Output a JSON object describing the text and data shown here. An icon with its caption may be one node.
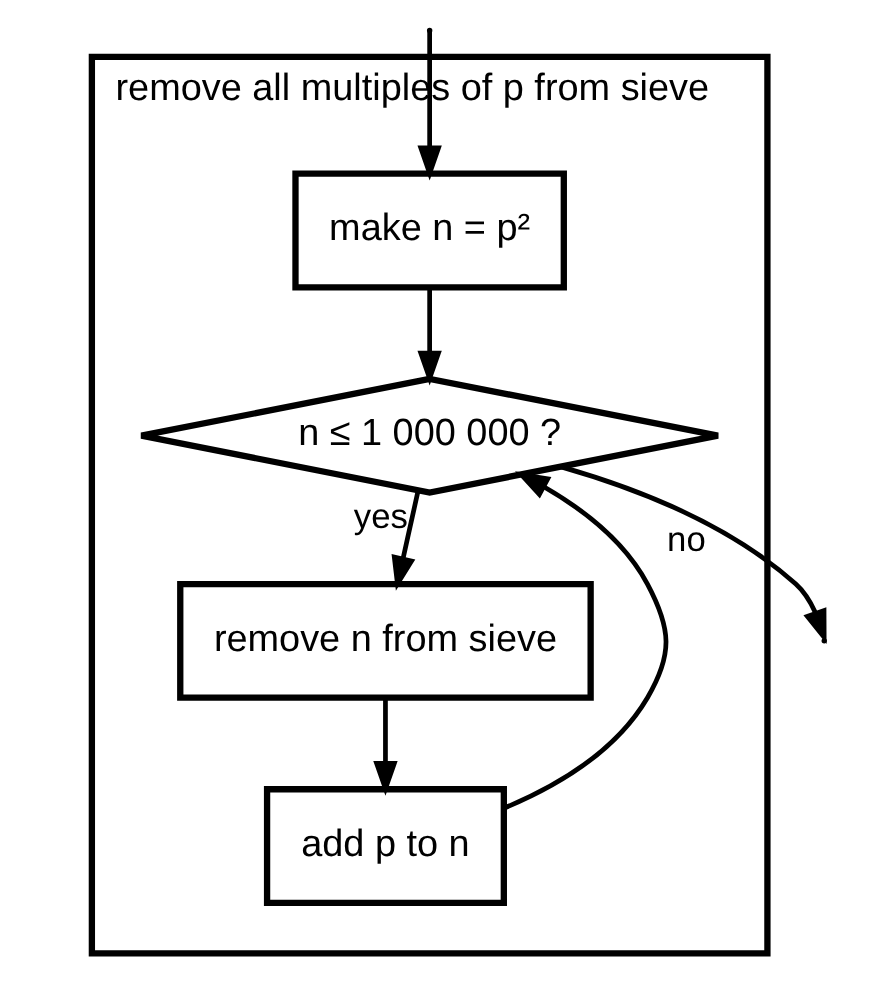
{
  "diagram": {
    "nodes": [
      {
        "text": [
          "remove all multiples of p from sieve"
        ]
      },
      {
        "text": [
          "make n = p²"
        ],
        "in": 0
      },
      {
        "text": [
          "n ≤ 1 000 000 ?"
        ],
        "in": 0
      },
      {
        "text": [
          "remove n from sieve"
        ],
        "in": 0
      },
      {
        "text": [
          "add p to n"
        ],
        "in": 0
      }
    ],
    "edges": [
      {
        "from": null,
        "to": 1,
        "arrow": "to"
      },
      {
        "from": 1,
        "to": 2,
        "arrow": "to"
      },
      {
        "from": 2,
        "to": 3,
        "arrow": "to",
        "label": "yes"
      },
      {
        "from": 3,
        "to": 4,
        "arrow": "to"
      },
      {
        "from": 4,
        "to": 2,
        "arrow": "to"
      },
      {
        "from": 2,
        "to": null,
        "arrow": "to",
        "label": "no"
      }
    ]
  }
}
